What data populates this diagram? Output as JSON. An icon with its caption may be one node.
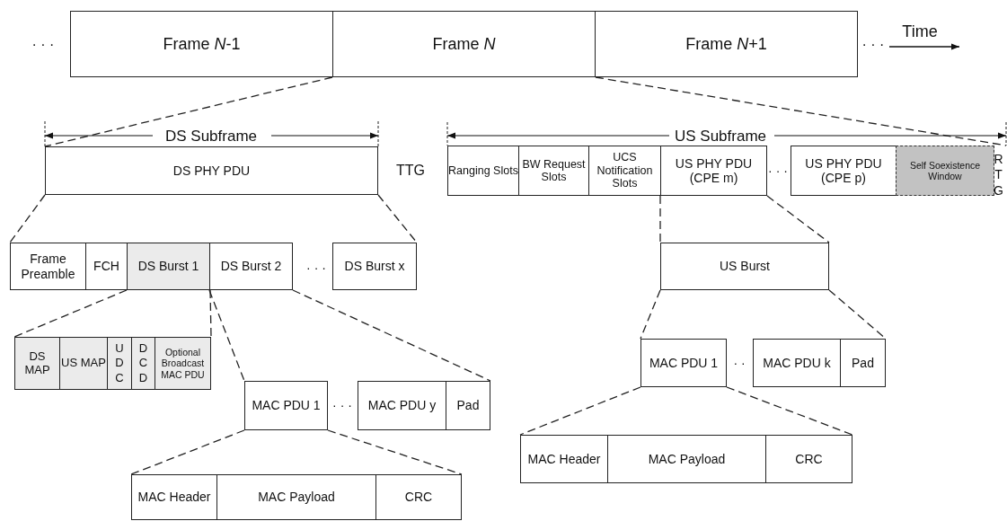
{
  "diagram": {
    "nodes": [
      {
        "text": [
          "Frame *N*-1"
        ]
      },
      {
        "text": [
          "Frame *N*"
        ]
      },
      {
        "text": [
          "Frame *N*+1"
        ]
      },
      {
        "text": [
          "DS PHY PDU"
        ]
      },
      {
        "text": [
          "Ranging Slots"
        ]
      },
      {
        "text": [
          "BW Request Slots"
        ]
      },
      {
        "text": [
          "UCS Notification Slots"
        ]
      },
      {
        "text": [
          "US PHY PDU (CPE m)"
        ]
      },
      {
        "text": [
          "US PHY PDU (CPE p)"
        ]
      },
      {
        "text": [
          "Self Soexistence Window"
        ]
      },
      {
        "text": [
          "RTG"
        ]
      },
      {
        "text": [
          "Frame Preamble"
        ]
      },
      {
        "text": [
          "FCH"
        ]
      },
      {
        "text": [
          "DS Burst 1"
        ]
      },
      {
        "text": [
          "DS Burst 2"
        ]
      },
      {
        "text": [
          "DS Burst x"
        ]
      },
      {
        "text": [
          "US Burst"
        ]
      },
      {
        "text": [
          "DS MAP"
        ]
      },
      {
        "text": [
          "US MAP"
        ]
      },
      {
        "text": [
          "UDC"
        ]
      },
      {
        "text": [
          "DCD"
        ]
      },
      {
        "text": [
          "Optional Broadcast MAC PDU"
        ]
      },
      {
        "text": [
          "MAC PDU 1"
        ]
      },
      {
        "text": [
          "MAC PDU y"
        ]
      },
      {
        "text": [
          "Pad"
        ]
      },
      {
        "text": [
          "MAC PDU 1"
        ]
      },
      {
        "text": [
          "MAC PDU k"
        ]
      },
      {
        "text": [
          "Pad"
        ]
      },
      {
        "text": [
          "MAC Header"
        ]
      },
      {
        "text": [
          "MAC Payload"
        ]
      },
      {
        "text": [
          "CRC"
        ]
      },
      {
        "text": [
          "MAC Header"
        ]
      },
      {
        "text": [
          "MAC Payload"
        ]
      },
      {
        "text": [
          "CRC"
        ]
      }
    ],
    "edges": [
      {
        "from": 1,
        "to": 3,
        "arrow": "none",
        "style": "dashed"
      },
      {
        "from": 1,
        "to": 10,
        "arrow": "none",
        "style": "dashed"
      },
      {
        "from": 3,
        "to": 11,
        "arrow": "none",
        "style": "dashed"
      },
      {
        "from": 3,
        "to": 15,
        "arrow": "none",
        "style": "dashed"
      },
      {
        "from": 7,
        "to": 16,
        "arrow": "none",
        "style": "dashed"
      },
      {
        "from": 7,
        "to": 16,
        "arrow": "none",
        "style": "dashed"
      },
      {
        "from": 13,
        "to": 17,
        "arrow": "none",
        "style": "dashed"
      },
      {
        "from": 13,
        "to": 21,
        "arrow": "none",
        "style": "dashed"
      },
      {
        "from": 14,
        "to": 22,
        "arrow": "none",
        "style": "dashed"
      },
      {
        "from": 14,
        "to": 24,
        "arrow": "none",
        "style": "dashed"
      },
      {
        "from": 16,
        "to": 25,
        "arrow": "none",
        "style": "dashed"
      },
      {
        "from": 16,
        "to": 27,
        "arrow": "none",
        "style": "dashed"
      },
      {
        "from": 22,
        "to": 28,
        "arrow": "none",
        "style": "dashed"
      },
      {
        "from": 22,
        "to": 30,
        "arrow": "none",
        "style": "dashed"
      },
      {
        "from": 25,
        "to": 31,
        "arrow": "none",
        "style": "dashed"
      },
      {
        "from": 25,
        "to": 33,
        "arrow": "none",
        "style": "dashed"
      }
    ],
    "labels": [
      "· · ·",
      "· · ·",
      "Time",
      "DS Subframe",
      "US Subframe",
      "TTG",
      "· · ·",
      "· · ·",
      "· · ·",
      "· ·"
    ]
  }
}
